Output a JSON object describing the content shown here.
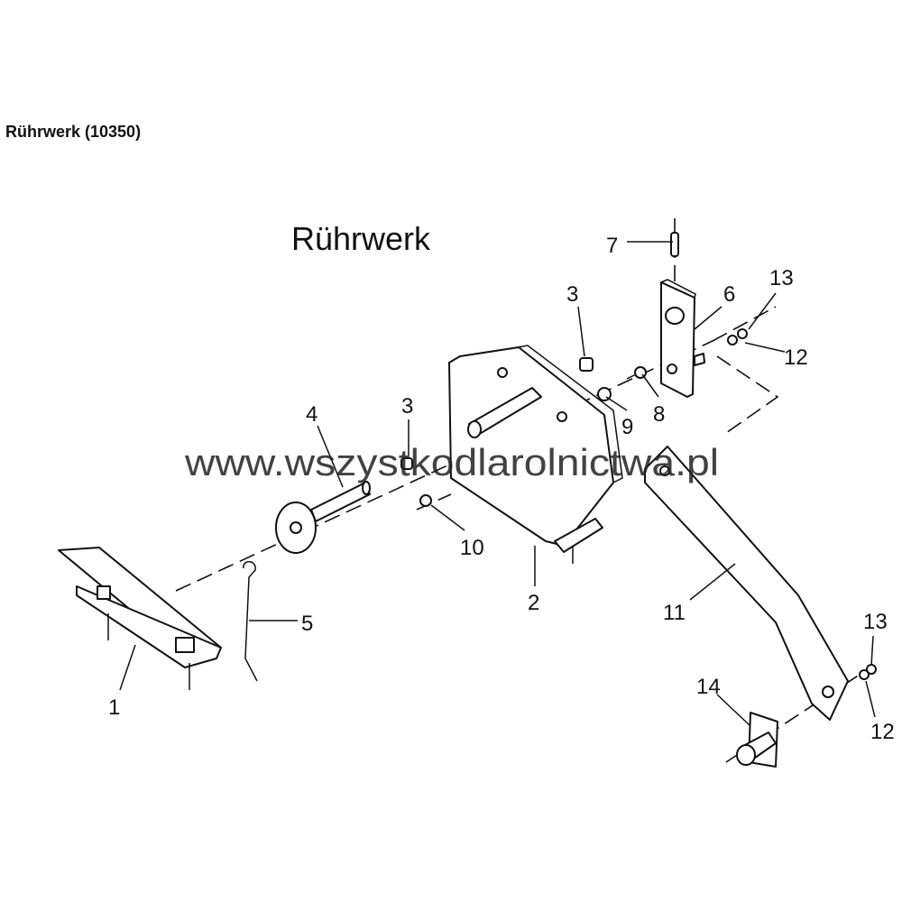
{
  "page_title": "Rührwerk (10350)",
  "diagram": {
    "title": "Rührwerk",
    "watermark": "www.wszystkodlarolnictwa.pl",
    "callouts": [
      "1",
      "2",
      "3",
      "3",
      "4",
      "5",
      "6",
      "7",
      "8",
      "9",
      "10",
      "11",
      "12",
      "12",
      "13",
      "13",
      "14"
    ]
  }
}
